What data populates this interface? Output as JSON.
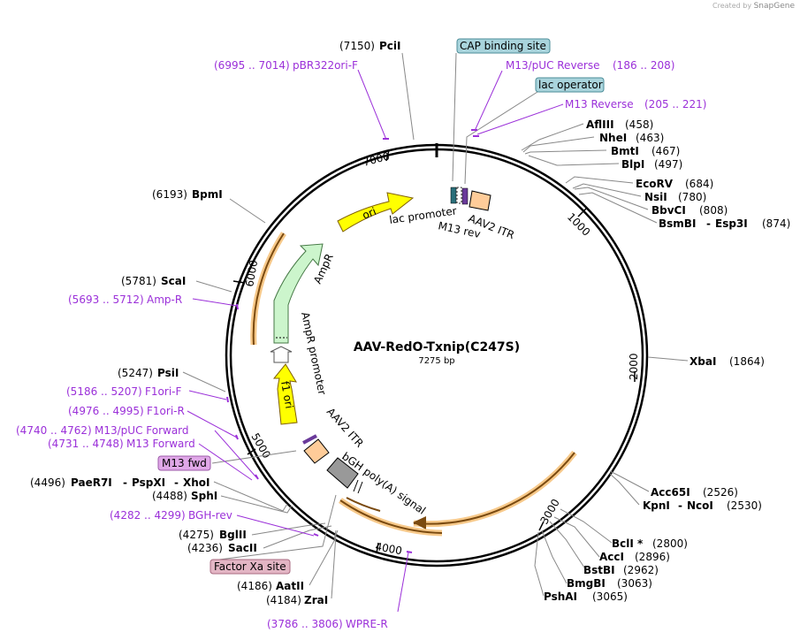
{
  "credit": {
    "prefix": "Created by",
    "brand": "SnapGene"
  },
  "plasmid": {
    "name": "AAV-RedO-Txnip(C247S)",
    "length_label": "7275 bp"
  },
  "ticks": [
    "1000",
    "2000",
    "3000",
    "4000",
    "5000",
    "6000",
    "7000"
  ],
  "enzymes": [
    {
      "id": "pcii",
      "name": "PciI",
      "pos": "(7150)"
    },
    {
      "id": "afliii",
      "name": "AflIII",
      "pos": "(458)"
    },
    {
      "id": "nhei",
      "name": "NheI",
      "pos": "(463)"
    },
    {
      "id": "bmti",
      "name": "BmtI",
      "pos": "(467)"
    },
    {
      "id": "blpi",
      "name": "BlpI",
      "pos": "(497)"
    },
    {
      "id": "ecorv",
      "name": "EcoRV",
      "pos": "(684)"
    },
    {
      "id": "nsii",
      "name": "NsiI",
      "pos": "(780)"
    },
    {
      "id": "bbvci",
      "name": "BbvCI",
      "pos": "(808)"
    },
    {
      "id": "bsmbi",
      "name": "BsmBI",
      "name2": "Esp3I",
      "pos": "(874)"
    },
    {
      "id": "xbai",
      "name": "XbaI",
      "pos": "(1864)"
    },
    {
      "id": "acc65i",
      "name": "Acc65I",
      "pos": "(2526)"
    },
    {
      "id": "kpni",
      "name": "KpnI",
      "name2": "NcoI",
      "pos": "(2530)"
    },
    {
      "id": "bcli",
      "name": "BclI *",
      "pos": "(2800)"
    },
    {
      "id": "acci",
      "name": "AccI",
      "pos": "(2896)"
    },
    {
      "id": "bstbi",
      "name": "BstBI",
      "pos": "(2962)"
    },
    {
      "id": "bmgbi",
      "name": "BmgBI",
      "pos": "(3063)"
    },
    {
      "id": "pshai",
      "name": "PshAI",
      "pos": "(3065)"
    },
    {
      "id": "zrai",
      "name": "ZraI",
      "pos": "(4184)"
    },
    {
      "id": "aatii",
      "name": "AatII",
      "pos": "(4186)"
    },
    {
      "id": "sacii",
      "name": "SacII",
      "pos": "(4236)"
    },
    {
      "id": "bglii",
      "name": "BglII",
      "pos": "(4275)"
    },
    {
      "id": "sphi",
      "name": "SphI",
      "pos": "(4488)"
    },
    {
      "id": "paer7i",
      "name": "PaeR7I",
      "name2": "PspXI",
      "name3": "XhoI",
      "pos": "(4496)"
    },
    {
      "id": "psii",
      "name": "PsiI",
      "pos": "(5247)"
    },
    {
      "id": "scai",
      "name": "ScaI",
      "pos": "(5781)"
    },
    {
      "id": "bpmi",
      "name": "BpmI",
      "pos": "(6193)"
    }
  ],
  "primers": [
    {
      "id": "pbr322",
      "name": "pBR322ori-F",
      "range": "(6995 .. 7014)"
    },
    {
      "id": "m13puc-rev",
      "name": "M13/pUC Reverse",
      "range": "(186 .. 208)"
    },
    {
      "id": "m13-rev",
      "name": "M13 Reverse",
      "range": "(205 .. 221)"
    },
    {
      "id": "amp-r",
      "name": "Amp-R",
      "range": "(5693 .. 5712)"
    },
    {
      "id": "f1ori-f",
      "name": "F1ori-F",
      "range": "(5186 .. 5207)"
    },
    {
      "id": "f1ori-r",
      "name": "F1ori-R",
      "range": "(4976 .. 4995)"
    },
    {
      "id": "m13puc-fwd",
      "name": "M13/pUC Forward",
      "range": "(4740 .. 4762)"
    },
    {
      "id": "m13-fwd",
      "name": "M13 Forward",
      "range": "(4731 .. 4748)"
    },
    {
      "id": "bgh-rev",
      "name": "BGH-rev",
      "range": "(4282 .. 4299)"
    },
    {
      "id": "wpre-r",
      "name": "WPRE-R",
      "range": "(3786 .. 3806)"
    }
  ],
  "boxed_labels": [
    {
      "id": "cap",
      "text": "CAP binding site",
      "color": "#a9d4dc"
    },
    {
      "id": "lacop",
      "text": "lac operator",
      "color": "#a9d4dc"
    },
    {
      "id": "m13fwd",
      "text": "M13 fwd",
      "color": "#e0a8e8"
    },
    {
      "id": "fxa",
      "text": "Factor Xa site",
      "color": "#e3b5c4"
    }
  ],
  "features": {
    "ori": "ori",
    "ampr": "AmpR",
    "ampr_promoter": "AmpR promoter",
    "f1_ori": "f1 ori",
    "lac_promoter": "lac promoter",
    "m13_rev": "M13 rev",
    "aav2_itr_top": "AAV2 ITR",
    "aav2_itr_bottom": "AAV2 ITR",
    "bgh": "bGH poly(A) signal"
  },
  "colors": {
    "ori": "#ffff00",
    "ampr": "#ccf5cc",
    "f1_ori": "#ffff00",
    "itr": "#ffcc99",
    "bgh": "#999999",
    "orf_outline": "#f7c98a",
    "primer": "#9b30d9"
  }
}
